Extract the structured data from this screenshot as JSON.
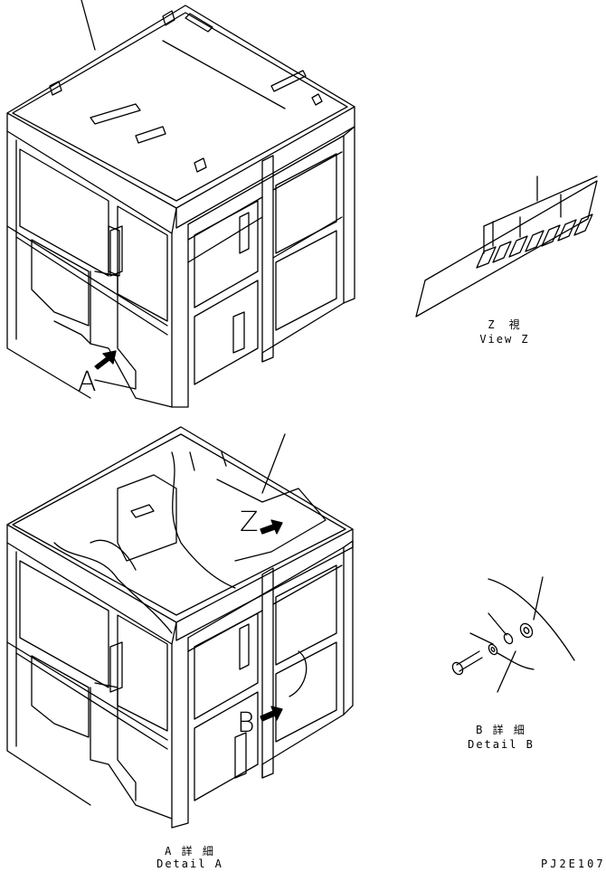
{
  "labels": {
    "arrow_a": "A",
    "arrow_z": "Z",
    "arrow_b": "B",
    "view_z_jp": "Z　視",
    "view_z_en": "View Z",
    "detail_b_jp": "B 詳 細",
    "detail_b_en": "Detail B",
    "detail_a_jp": "A 詳 細",
    "detail_a_en": "Detail A",
    "drawing_code": "PJ2E107"
  },
  "colors": {
    "line": "#000000",
    "background": "#ffffff"
  }
}
